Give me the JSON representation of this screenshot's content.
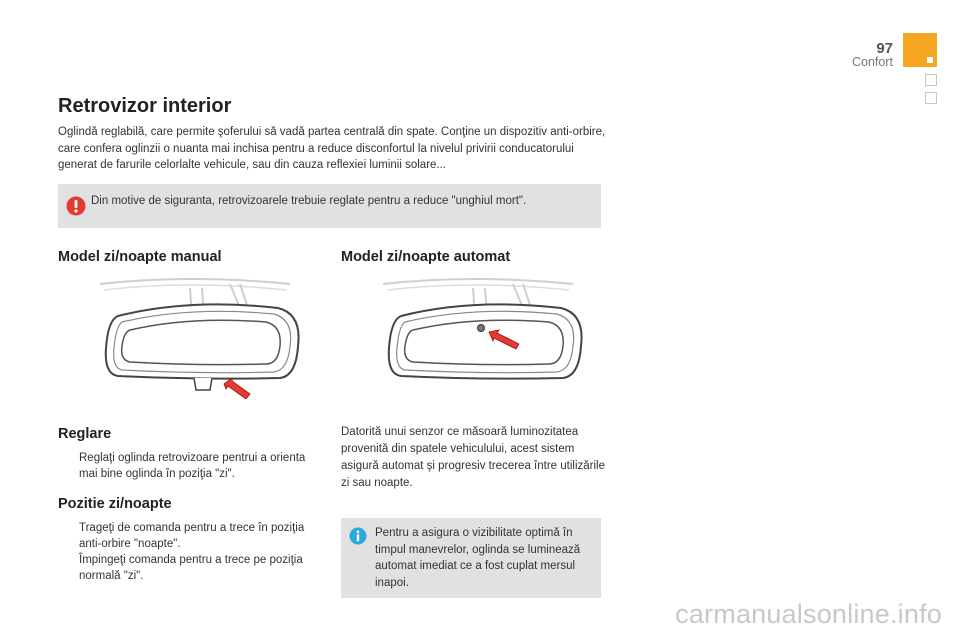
{
  "header": {
    "page_number": "97",
    "chapter": "Confort"
  },
  "title": "Retrovizor interior",
  "intro": "Oglindă reglabilă, care permite şoferului să vadă partea centrală din spate. Conţine un dispozitiv anti-orbire, care confera oglinzii o nuanta mai inchisa pentru a reduce disconfortul la nivelul privirii conducatorului generat de farurile celorlalte vehicule, sau din cauza reflexiei luminii solare...",
  "warning": {
    "icon": "warning-icon",
    "text": "Din motive de siguranta, retrovizoarele trebuie reglate pentru a reduce \"unghiul mort\"."
  },
  "manual": {
    "title": "Model zi/noapte manual"
  },
  "automat": {
    "title": "Model zi/noapte automat",
    "text": "Datorită unui senzor ce măsoară luminozitatea provenită din spatele vehiculului, acest sistem asigură automat şi progresiv trecerea între utilizările zi sau noapte."
  },
  "reglare": {
    "title": "Reglare",
    "items": [
      "Reglaţi oglinda retrovizoare pentrui a orienta mai bine oglinda în poziţia \"zi\"."
    ]
  },
  "pozitie": {
    "title": "Pozitie zi/noapte",
    "items": [
      "Trageţi de comanda pentru a trece în poziţia anti-orbire \"noapte\".",
      "Împingeţi comanda pentru a trece pe poziţia normală \"zi\"."
    ]
  },
  "info": {
    "icon": "info-icon",
    "text": "Pentru a asigura o vizibilitate optimă în timpul manevrelor, oglinda se luminează automat imediat ce a fost cuplat mersul inapoi."
  },
  "bullet_marker": "",
  "watermark": "carmanualsonline.info",
  "colors": {
    "accent": "#f5a623",
    "panel": "#e1e1e1",
    "arrow": "#e53935",
    "warning": "#e53935",
    "info": "#2aa9e0"
  }
}
